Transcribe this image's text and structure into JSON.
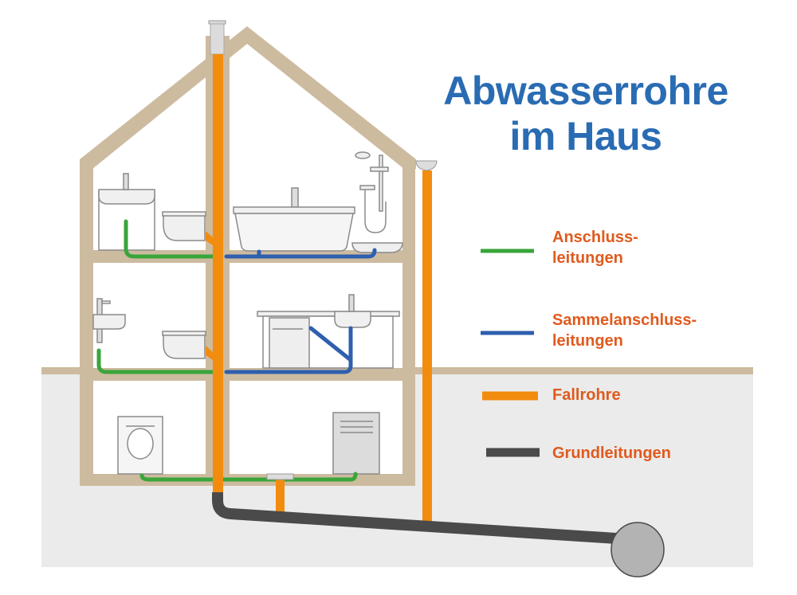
{
  "title": {
    "line1": "Abwasserrohre",
    "line2": "im Haus"
  },
  "legend": [
    {
      "line1": "Anschluss-",
      "line2": "leitungen",
      "color": "#3aa53a"
    },
    {
      "line1": "Sammelanschluss-",
      "line2": "leitungen",
      "color": "#2f5fae"
    },
    {
      "line1": "Fallrohre",
      "line2": "",
      "color": "#f28c0f"
    },
    {
      "line1": "Grundleitungen",
      "line2": "",
      "color": "#4a4a4a"
    }
  ],
  "colors": {
    "wall": "#cdbba0",
    "ground": "#ebebeb",
    "title": "#2a6cb3",
    "label": "#e05a1e"
  }
}
